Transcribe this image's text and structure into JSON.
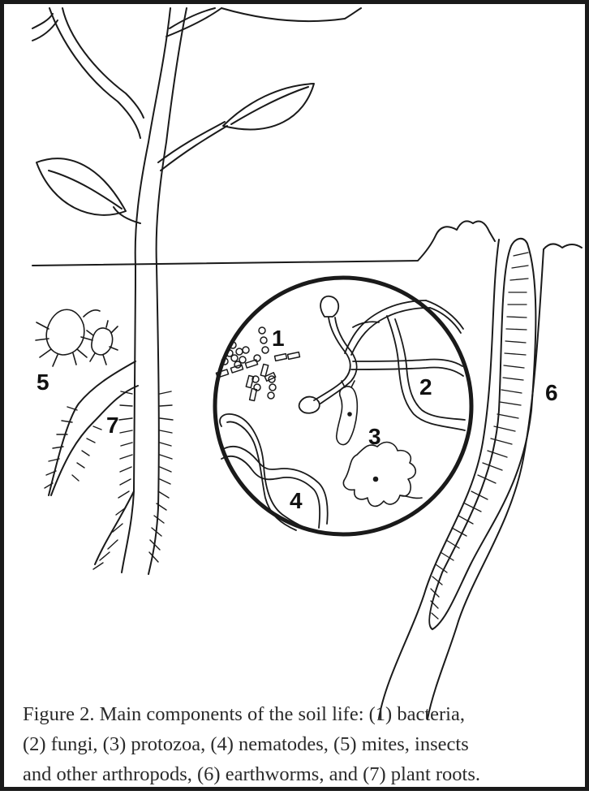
{
  "figure": {
    "labels": {
      "bacteria": "1",
      "fungi": "2",
      "protozoa": "3",
      "nematodes": "4",
      "mites": "5",
      "earthworms": "6",
      "plant_roots": "7"
    },
    "caption_lines": [
      "Figure 2.  Main components of the soil life:  (1) bacteria,",
      "(2) fungi, (3) protozoa, (4) nematodes, (5) mites, insects",
      "and other arthropods, (6) earthworms, and (7) plant roots."
    ]
  }
}
